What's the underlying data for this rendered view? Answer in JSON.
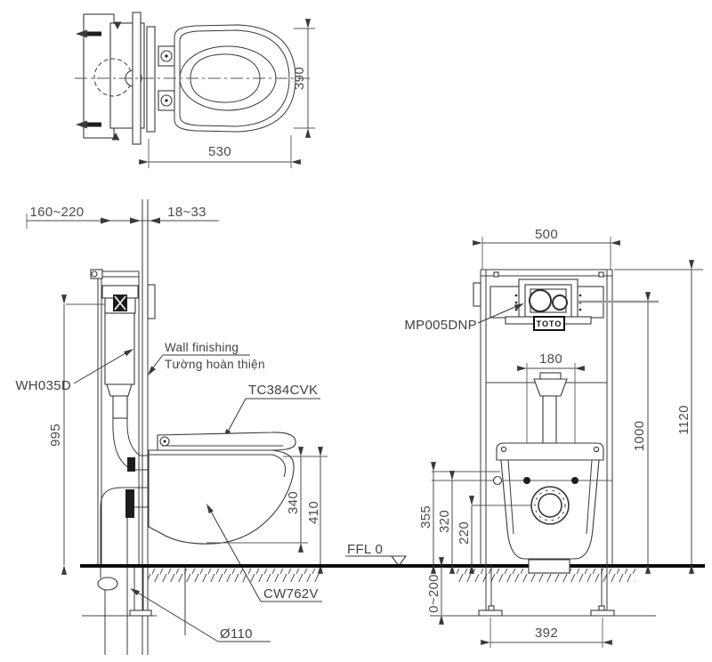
{
  "drawing": {
    "product_labels": {
      "tank": "WH035D",
      "seat": "TC384CVK",
      "bowl": "CW762V",
      "flush_plate": "MP005DNP",
      "brand": "TOTO"
    },
    "annotations": {
      "wall_finishing_en": "Wall finishing",
      "wall_finishing_vi": "Tường hoàn thiện",
      "floor_level": "FFL 0",
      "drain_diameter": "Ø110"
    },
    "dimensions_mm": {
      "seat_length": "530",
      "seat_width": "390",
      "frame_depth_range": "160~220",
      "wall_finish_range": "18~33",
      "tank_top_height": "995",
      "bowl_body_height": "340",
      "rim_height": "410",
      "frame_width": "500",
      "flush_pipe_width": "180",
      "plate_center_height": "1000",
      "frame_height": "1120",
      "hanger_height": "355",
      "bolt_height": "320",
      "outlet_height": "220",
      "leg_adjust_range": "0~200",
      "foot_span": "392"
    },
    "colors": {
      "line": "#383838",
      "dimension_text": "#4c4c4c",
      "floor_line": "#0c0c0c",
      "leader_gray": "#9a9a9a",
      "background": "#ffffff"
    }
  }
}
